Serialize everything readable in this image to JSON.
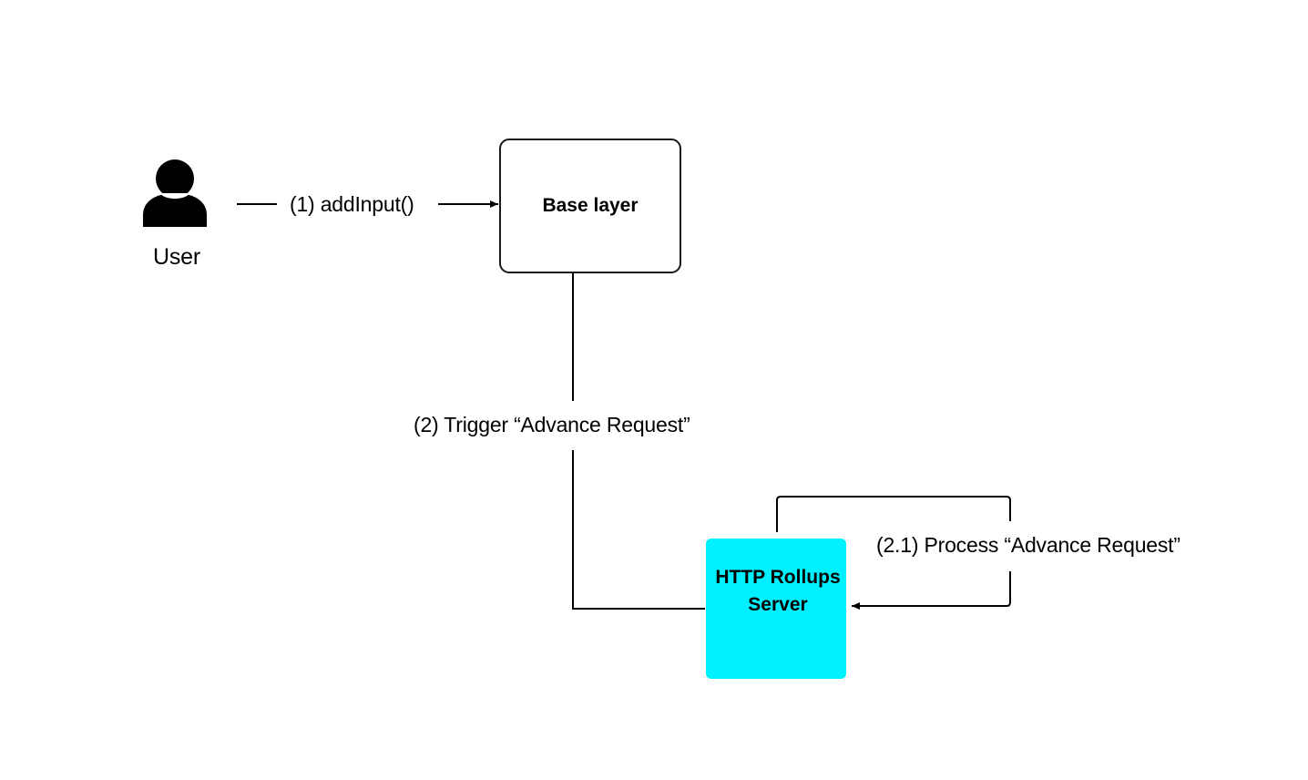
{
  "actor": {
    "label": "User",
    "icon": "user-icon"
  },
  "nodes": {
    "base_layer": {
      "label": "Base layer",
      "fill": "#ffffff",
      "stroke": "#1a1a1a"
    },
    "rollups_server": {
      "label": "HTTP Rollups Server",
      "line1": "HTTP Rollups",
      "line2": "Server",
      "fill": "#00f0ff"
    }
  },
  "edges": {
    "add_input": "(1) addInput()",
    "trigger": "(2) Trigger “Advance Request”",
    "process": "(2.1) Process “Advance Request”"
  },
  "colors": {
    "line": "#000000",
    "background": "#ffffff"
  }
}
